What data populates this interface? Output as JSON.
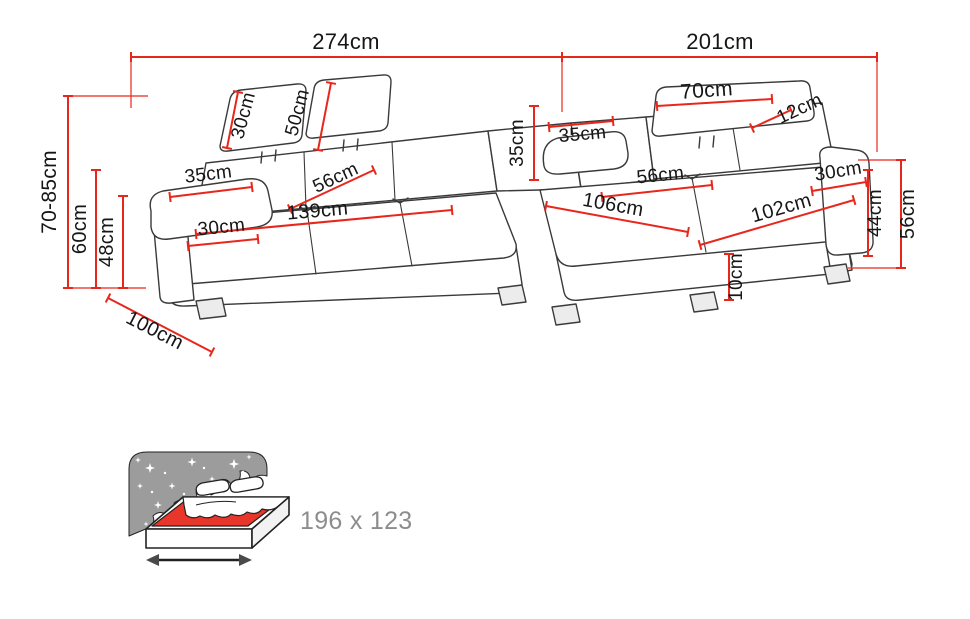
{
  "diagram_title": "corner-sofa-dimension-diagram",
  "dimensions": {
    "overall_width_left": "274cm",
    "overall_width_right": "201cm",
    "overall_height": "70-85cm",
    "armrest_height": "60cm",
    "seat_height": "48cm",
    "headrest_height_small": "30cm",
    "headrest_height_large": "50cm",
    "armrest_width_left": "35cm",
    "seat_depth_left": "56cm",
    "seat_width_left": "139cm",
    "armrest_depth_left": "30cm",
    "sofa_depth": "100cm",
    "corner_backrest_height": "35cm",
    "corner_pillow_width": "35cm",
    "headrest_width_right": "70cm",
    "headrest_depth_right": "12cm",
    "chaise_seat_depth": "56cm",
    "chaise_seat_length": "106cm",
    "chaise_width": "102cm",
    "armrest_width_right": "30cm",
    "chaise_side_height": "44cm",
    "backrest_height_right": "56cm",
    "leg_height": "10cm"
  },
  "sleeping_area": {
    "size_label": "196 x 123"
  },
  "colors": {
    "dimension_red": "#e8271c",
    "outline_dark": "#3a3a3a",
    "muted_gray": "#8d8d8d",
    "panel_gray": "#9c9c9c",
    "mattress_red": "#e8362b"
  }
}
